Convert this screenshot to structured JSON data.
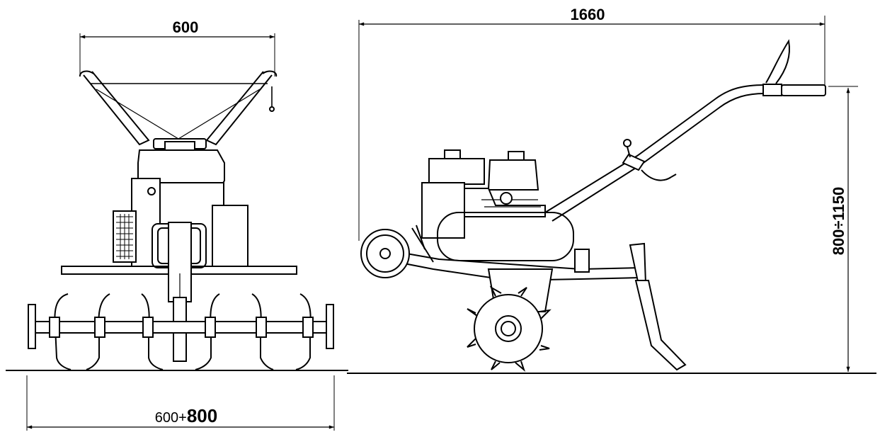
{
  "front_view": {
    "handle_width_label": "600",
    "working_width_label_small": "600+",
    "working_width_label_large": "800"
  },
  "side_view": {
    "length_label": "1660",
    "height_label": "800÷1150"
  },
  "colors": {
    "ink": "#000000",
    "paper": "#ffffff"
  }
}
